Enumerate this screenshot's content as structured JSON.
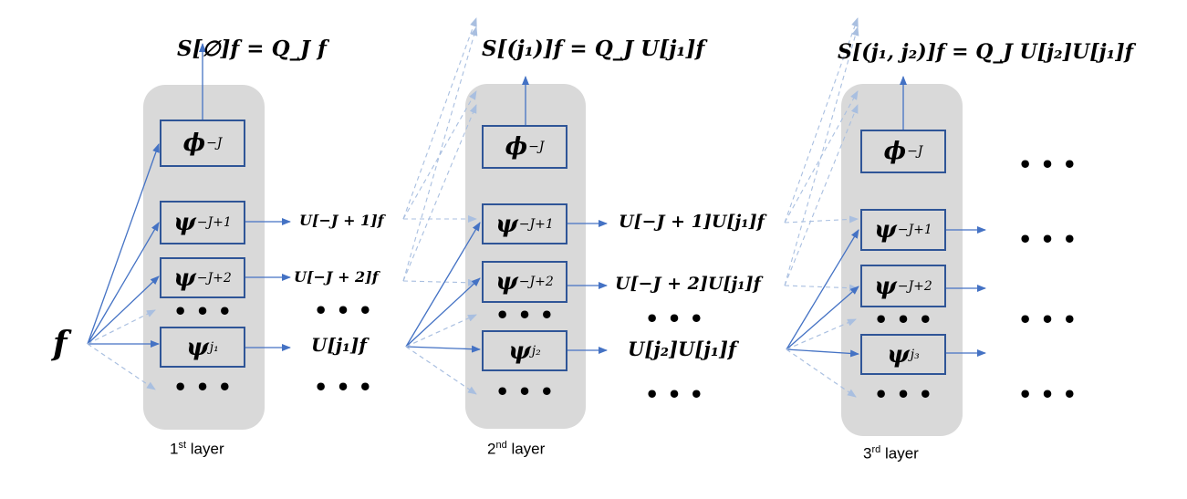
{
  "input": {
    "symbol": "f"
  },
  "layers": [
    {
      "label_num": "1",
      "label_sup": "st",
      "label_text": " layer",
      "output_label": "S[∅]f = Q_J f",
      "filters": {
        "phi": {
          "base": "ϕ",
          "sub": "−J"
        },
        "psi1": {
          "base": "ψ",
          "sub": "−J+1"
        },
        "psi2": {
          "base": "ψ",
          "sub": "−J+2"
        },
        "psij": {
          "base": "ψ",
          "sub": "j₁"
        }
      },
      "outputs": {
        "psi1": "U[−J + 1]f",
        "psi2": "U[−J + 2]f",
        "psij": "U[j₁]f"
      }
    },
    {
      "label_num": "2",
      "label_sup": "nd",
      "label_text": " layer",
      "output_label": "S[(j₁)]f = Q_J U[j₁]f",
      "filters": {
        "phi": {
          "base": "ϕ",
          "sub": "−J"
        },
        "psi1": {
          "base": "ψ",
          "sub": "−J+1"
        },
        "psi2": {
          "base": "ψ",
          "sub": "−J+2"
        },
        "psij": {
          "base": "ψ",
          "sub": "j₂"
        }
      },
      "outputs": {
        "psi1": "U[−J + 1]U[j₁]f",
        "psi2": "U[−J + 2]U[j₁]f",
        "psij": "U[j₂]U[j₁]f"
      }
    },
    {
      "label_num": "3",
      "label_sup": "rd",
      "label_text": " layer",
      "output_label": "S[(j₁, j₂)]f = Q_J U[j₂]U[j₁]f",
      "filters": {
        "phi": {
          "base": "ϕ",
          "sub": "−J"
        },
        "psi1": {
          "base": "ψ",
          "sub": "−J+1"
        },
        "psi2": {
          "base": "ψ",
          "sub": "−J+2"
        },
        "psij": {
          "base": "ψ",
          "sub": "j₃"
        }
      }
    }
  ],
  "ellipsis": "•••",
  "colors": {
    "panel": "#d9d9d9",
    "box_border": "#2f5597",
    "arrow": "#4472c4",
    "arrow_faint": "#a9bfe0"
  }
}
